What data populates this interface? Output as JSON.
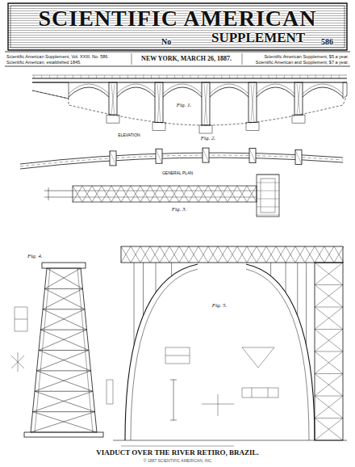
{
  "diagram": {
    "title": "SCIENTIFIC AMERICAN",
    "caption": "VIADUCT OVER THE RIVER RETIRO, BRAZIL.",
    "labels": [
      "SUPPLEMENT",
      "No",
      "586",
      "Scientific American Supplement, Vol. XXIII, No. 586.",
      "Scientific American, established 1845.",
      "NEW YORK, MARCH 26, 1887.",
      "Scientific American Supplement, $5 a year.",
      "Scientific American and Supplement, $7 a year.",
      "Fig. 1.",
      "ELEVATION",
      "Fig. 2.",
      "GENERAL PLAN",
      "Fig. 3.",
      "Fig. 4.",
      "Fig. 5.",
      "© 1887 SCIENTIFIC AMERICAN, INC"
    ]
  }
}
